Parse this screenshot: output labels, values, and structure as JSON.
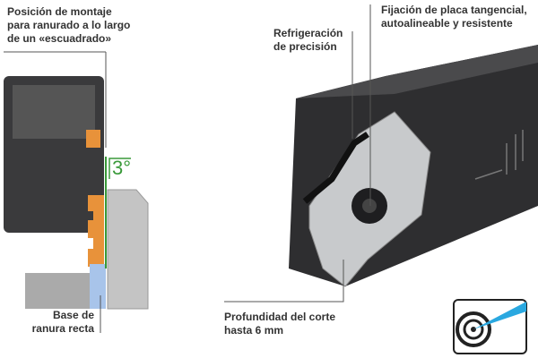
{
  "labels": {
    "mounting": [
      "Posición de montaje",
      "para ranurado a lo largo",
      "de un «escuadrado»"
    ],
    "angle": "3°",
    "groove_base": [
      "Base de",
      "ranura recta"
    ],
    "cooling": [
      "Refrigeración",
      "de precisión"
    ],
    "clamping": [
      "Fijación de placa tangencial,",
      "autoalineable y resistente"
    ],
    "depth": [
      "Profundidad del corte",
      "hasta 6 mm"
    ]
  },
  "icons": {
    "badge": "precision-coolant-target-icon"
  },
  "colors": {
    "accent_green": "#3a9a3a",
    "orange": "#e8923a",
    "blue": "#a8c4ea",
    "holder": "#2e2e30",
    "insert": "#c8cacc",
    "coolant": "#2aa8e0"
  }
}
